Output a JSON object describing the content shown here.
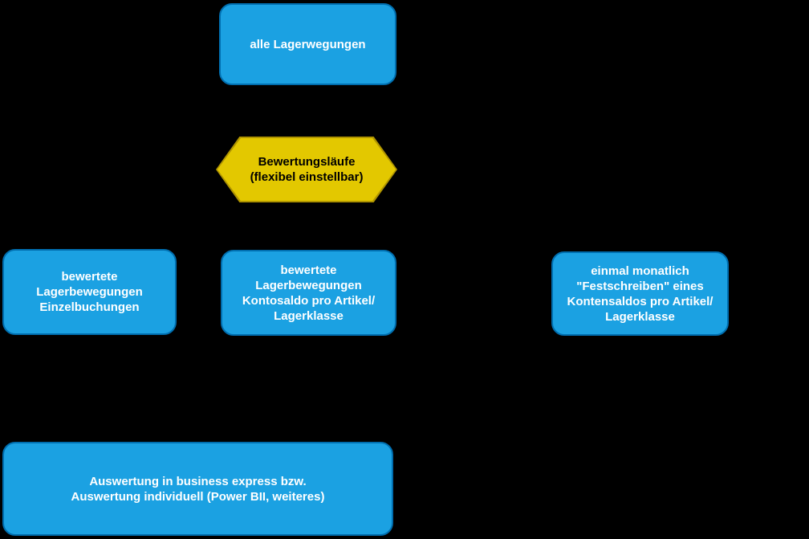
{
  "diagram": {
    "background_color": "#000000",
    "colors": {
      "box_fill": "#1BA1E2",
      "box_stroke": "#006EAF",
      "box_text": "#FFFFFF",
      "hexagon_fill": "#E3C800",
      "hexagon_stroke": "#B09500",
      "hexagon_text": "#000000",
      "connector": "#000000"
    },
    "nodes": {
      "all_movements": {
        "shape": "rounded-rect",
        "label": "alle Lagerwegungen"
      },
      "valuation_runs": {
        "shape": "hexagon",
        "label": "Bewertungsläufe\n(flexibel einstellbar)"
      },
      "single_bookings": {
        "shape": "rounded-rect",
        "label": "bewertete\nLagerbewegungen\nEinzelbuchungen"
      },
      "account_balance": {
        "shape": "rounded-rect",
        "label": "bewertete\nLagerbewegungen\nKontosaldo pro Artikel/\nLagerklasse"
      },
      "monthly_commit": {
        "shape": "rounded-rect",
        "label": "einmal monatlich\n\"Festschreiben\" eines\nKontensaldos pro Artikel/\nLagerklasse"
      },
      "evaluation": {
        "shape": "rounded-rect",
        "label": "Auswertung in business express bzw.\nAuswertung individuell (Power BII, weiteres)"
      }
    }
  }
}
